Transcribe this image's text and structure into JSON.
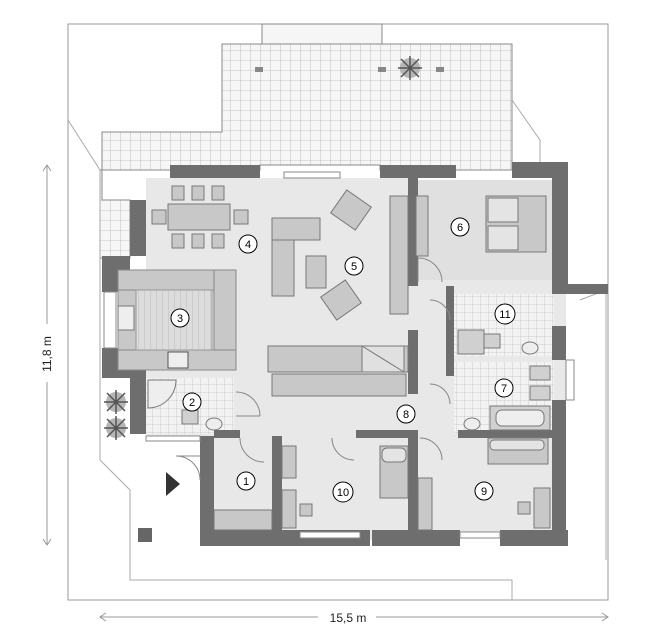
{
  "dimensions": {
    "width_label": "15,5 m",
    "height_label": "11,8 m"
  },
  "rooms": [
    {
      "id": "1",
      "label": "1"
    },
    {
      "id": "2",
      "label": "2"
    },
    {
      "id": "3",
      "label": "3"
    },
    {
      "id": "4",
      "label": "4"
    },
    {
      "id": "5",
      "label": "5"
    },
    {
      "id": "6",
      "label": "6"
    },
    {
      "id": "7",
      "label": "7"
    },
    {
      "id": "8",
      "label": "8"
    },
    {
      "id": "9",
      "label": "9"
    },
    {
      "id": "10",
      "label": "10"
    },
    {
      "id": "11",
      "label": "11"
    }
  ],
  "colors": {
    "wall": "#6e6e6e",
    "floor": "#e6e6e6",
    "tile": "#f4f4f4",
    "furniture": "#c8c8c8",
    "outline": "#9a9a9a"
  }
}
